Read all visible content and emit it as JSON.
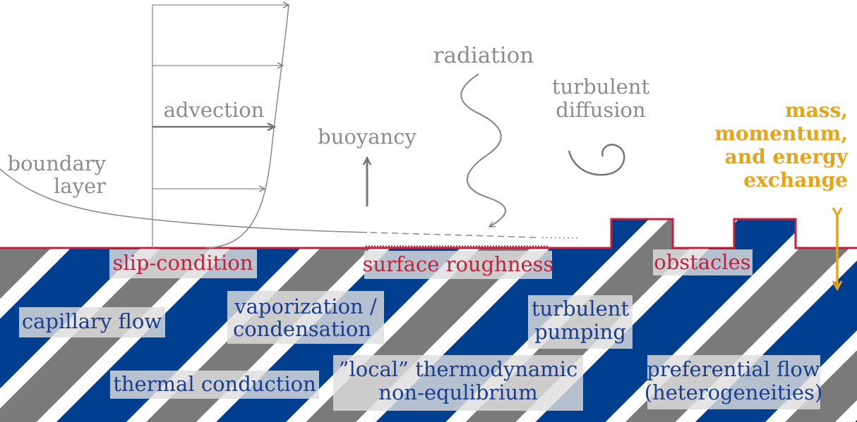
{
  "colors": {
    "soil_blue": "#003f8f",
    "soil_gray": "#7a7a7a",
    "surface_red": "#c0223b",
    "label_blue": "#1a3d8f",
    "label_gray": "#8c8c8c",
    "exchange_orange": "#e8a317"
  },
  "atmosphere": {
    "advection": "advection",
    "boundary_layer": [
      "boundary",
      "layer"
    ],
    "buoyancy": "buoyancy",
    "radiation": "radiation",
    "turbulent_diffusion": [
      "turbulent",
      "diffusion"
    ],
    "exchange": [
      "mass,",
      "momentum,",
      "and energy",
      "exchange"
    ]
  },
  "interface": {
    "slip_condition": "slip-condition",
    "surface_roughness": "surface roughness",
    "obstacles": "obstacles"
  },
  "soil": {
    "capillary_flow": "capillary flow",
    "vaporization": [
      "vaporization /",
      "condensation"
    ],
    "turbulent_pumping": [
      "turbulent",
      "pumping"
    ],
    "thermal_conduction": "thermal conduction",
    "non_equilibrium": [
      "”local” thermodynamic",
      "non-equlibrium"
    ],
    "preferential_flow": [
      "preferential flow",
      "(heterogeneities)"
    ]
  }
}
